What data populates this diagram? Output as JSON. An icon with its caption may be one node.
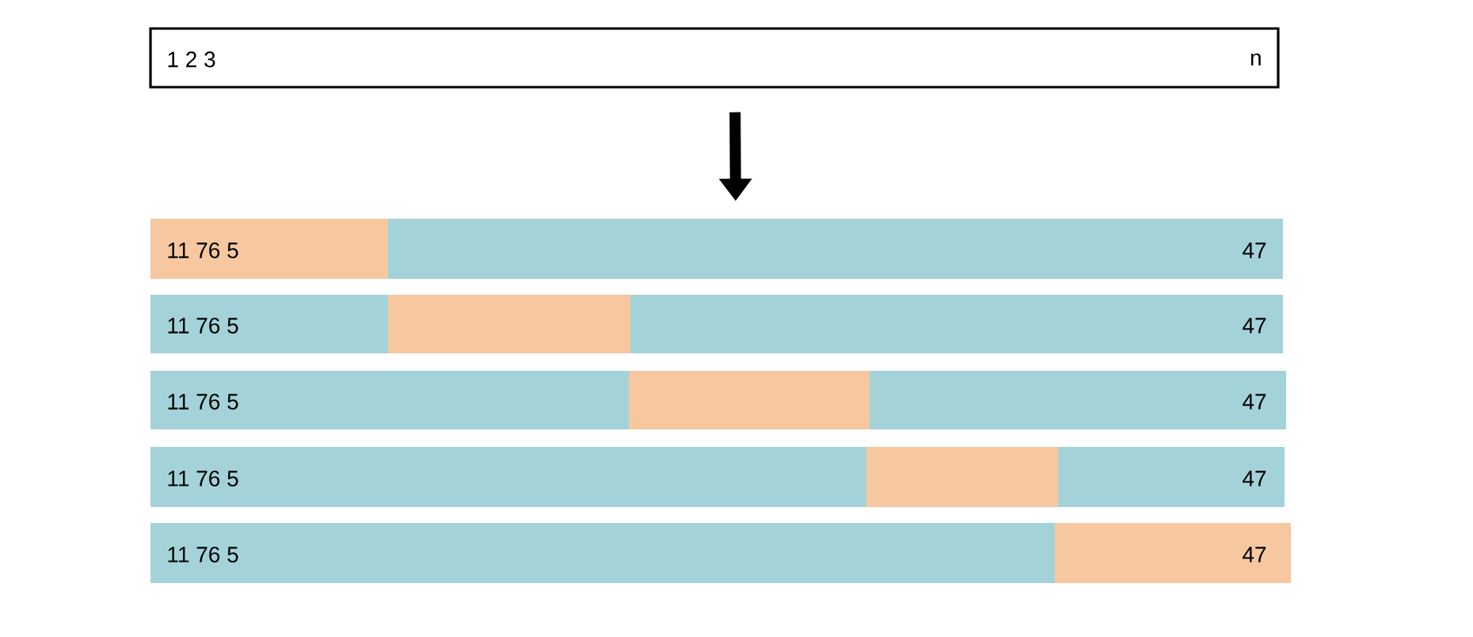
{
  "diagram": {
    "nodes": [
      {
        "text": [
          "1 2 3",
          "n"
        ]
      },
      {
        "text": [
          "11 76 5",
          "47"
        ]
      },
      {
        "text": [
          "11 76 5",
          "47"
        ]
      },
      {
        "text": [
          "11 76 5",
          "47"
        ]
      },
      {
        "text": [
          "11 76 5",
          "47"
        ]
      },
      {
        "text": [
          "11 76 5",
          "47"
        ]
      }
    ],
    "edges": [
      {
        "from": 0,
        "to": 1,
        "arrow": "to"
      }
    ]
  }
}
